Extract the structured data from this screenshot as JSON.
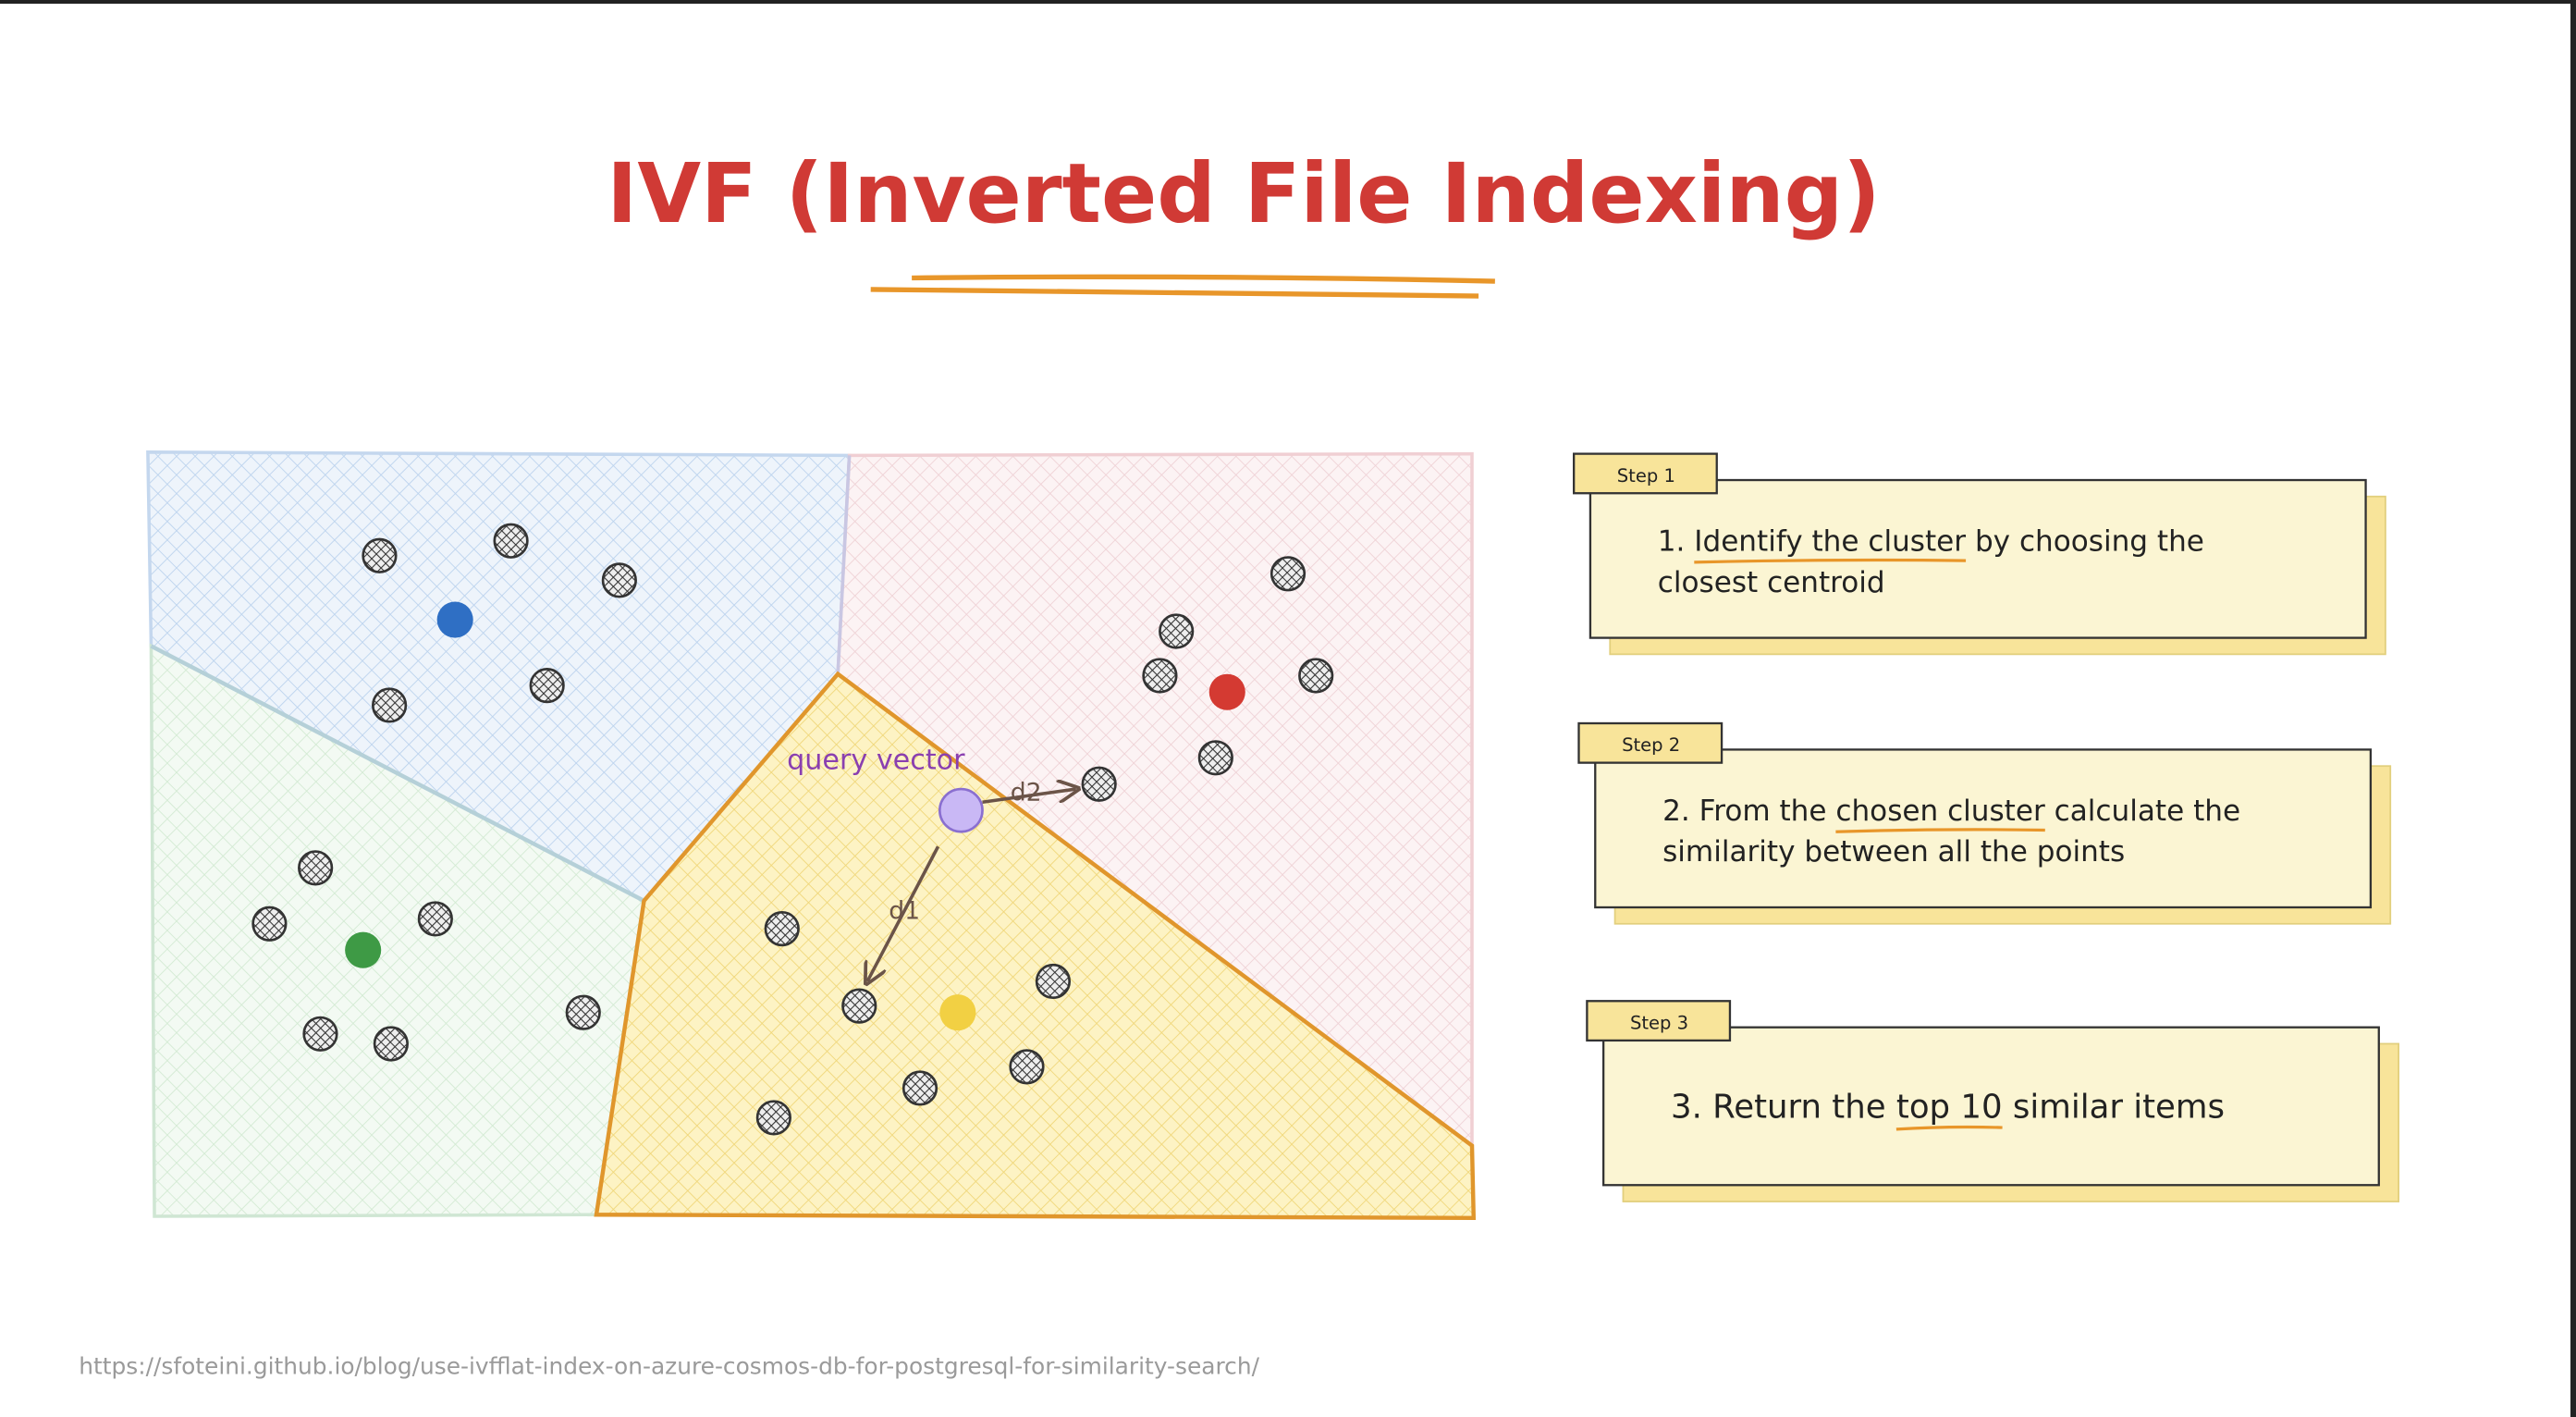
{
  "title": "IVF (Inverted File Indexing)",
  "diagram": {
    "query_label": "query vector",
    "d1_label": "d1",
    "d2_label": "d2"
  },
  "steps": [
    {
      "tag": "Step 1",
      "line1_pre": "1. ",
      "line1_hl": "Identify the cluster",
      "line1_post": " by choosing the",
      "line2": "closest centroid"
    },
    {
      "tag": "Step 2",
      "line1_pre": "2. From the ",
      "line1_hl": "chosen cluster",
      "line1_post": " calculate the",
      "line2": "similarity between all the points"
    },
    {
      "tag": "Step 3",
      "line1_pre": "3. Return the ",
      "line1_hl": "top 10",
      "line1_post": " similar items",
      "line2": ""
    }
  ],
  "source_url": "https://sfoteini.github.io/blog/use-ivfflat-index-on-azure-cosmos-db-for-postgresql-for-similarity-search/",
  "colors": {
    "title": "#d03a35",
    "underline": "#e8962a",
    "blue": "#2f6fc4",
    "red": "#d43a32",
    "green": "#3e9a45",
    "yellow": "#f2d043",
    "query": "#c9b8f5",
    "query_text": "#8a3fb0",
    "card": "#fbf5d3",
    "tag": "#f8e49a"
  }
}
